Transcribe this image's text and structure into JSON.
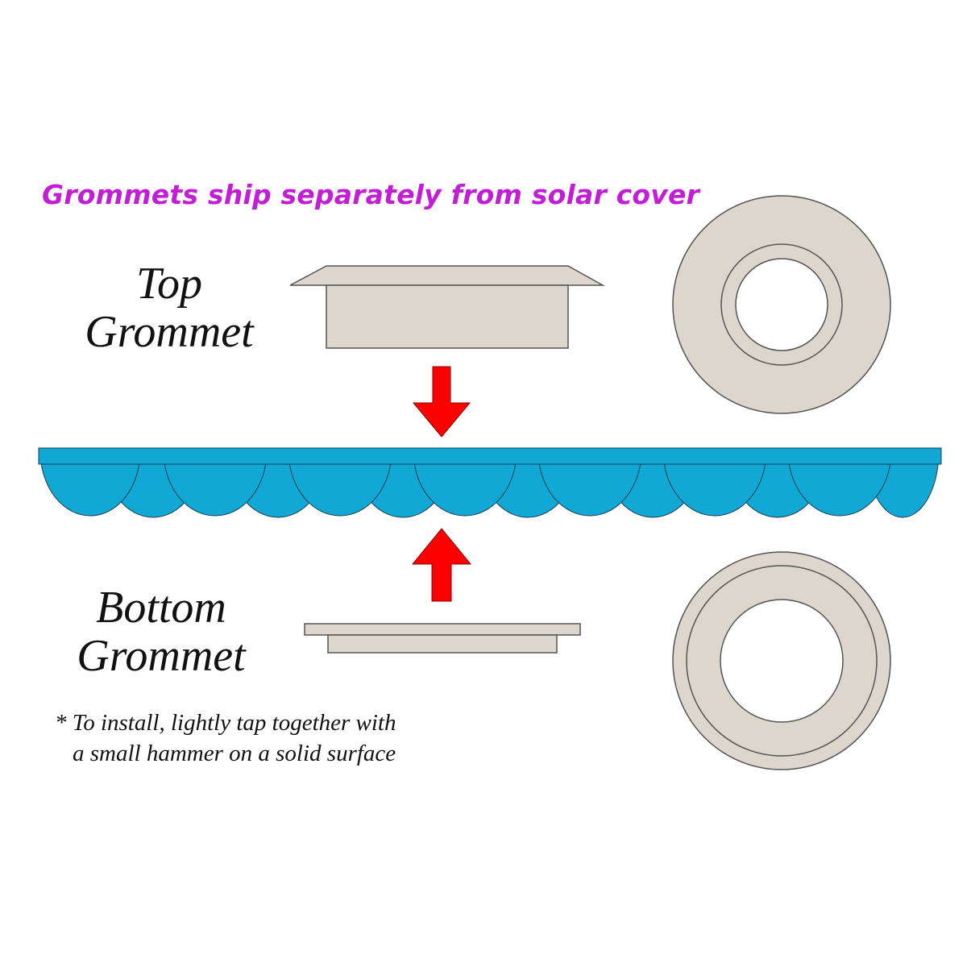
{
  "headline": {
    "text": "Grommets ship separately from solar cover",
    "color": "#c21ed6"
  },
  "top_grommet": {
    "label_line1": "Top",
    "label_line2": "Grommet"
  },
  "bottom_grommet": {
    "label_line1": "Bottom",
    "label_line2": "Grommet"
  },
  "install_note": {
    "line1": "* To install, lightly tap together with",
    "line2": "a small hammer on a solid surface"
  },
  "colors": {
    "grommet_fill": "#ddd6cc",
    "grommet_outline": "#555555",
    "cover_fill": "#12a8d6",
    "arrow": "#ff0000"
  },
  "icons": {
    "down_arrow": "arrow-down-icon",
    "up_arrow": "arrow-up-icon"
  }
}
